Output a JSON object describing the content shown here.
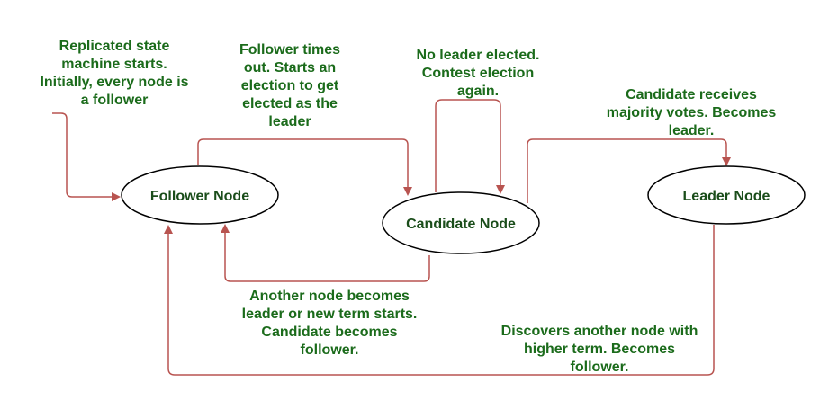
{
  "nodes": {
    "follower": "Follower Node",
    "candidate": "Candidate Node",
    "leader": "Leader Node"
  },
  "edge_labels": {
    "start": "Replicated state\nmachine starts.\nInitially, every node is\na follower",
    "timeout": "Follower times\nout. Starts an\nelection to get\nelected as the\nleader",
    "no_leader": "No leader elected.\nContest election\nagain.",
    "majority": "Candidate receives\nmajority votes. Becomes\nleader.",
    "another_leader": "Another node becomes\nleader or new term starts.\nCandidate becomes\nfollower.",
    "higher_term": "Discovers another node with\nhigher term. Becomes\nfollower."
  },
  "colors": {
    "edge": "#b85450",
    "node_stroke": "#000000",
    "label_text": "#1b6b1b"
  }
}
